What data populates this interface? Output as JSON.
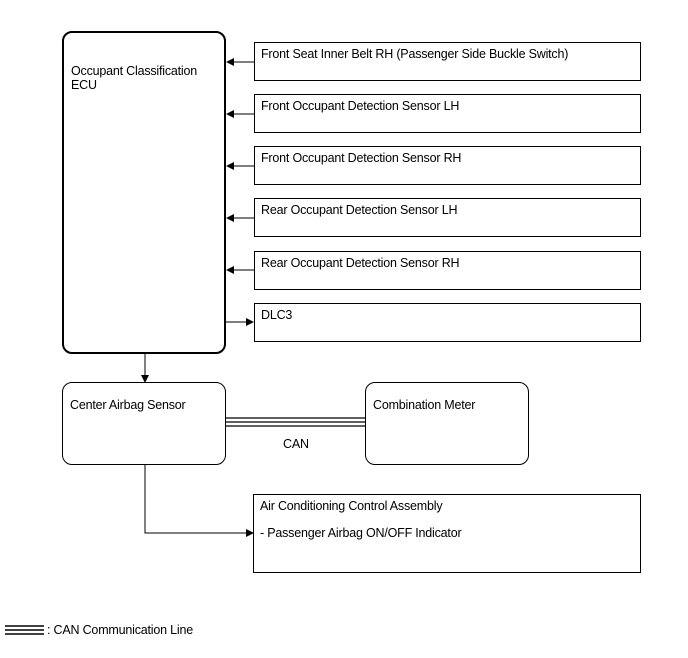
{
  "ecu": {
    "line1": "Occupant Classification",
    "line2": "ECU"
  },
  "inputs": [
    "Front Seat Inner Belt RH (Passenger Side Buckle Switch)",
    "Front Occupant Detection Sensor LH",
    "Front Occupant Detection Sensor RH",
    "Rear Occupant Detection Sensor LH",
    "Rear Occupant Detection Sensor RH",
    "DLC3"
  ],
  "center_airbag": "Center Airbag Sensor",
  "combination_meter": "Combination Meter",
  "can_label": "CAN",
  "ac_assembly": {
    "title": "Air Conditioning Control Assembly",
    "item": "- Passenger Airbag ON/OFF Indicator"
  },
  "legend": {
    "text": ": CAN Communication Line"
  }
}
